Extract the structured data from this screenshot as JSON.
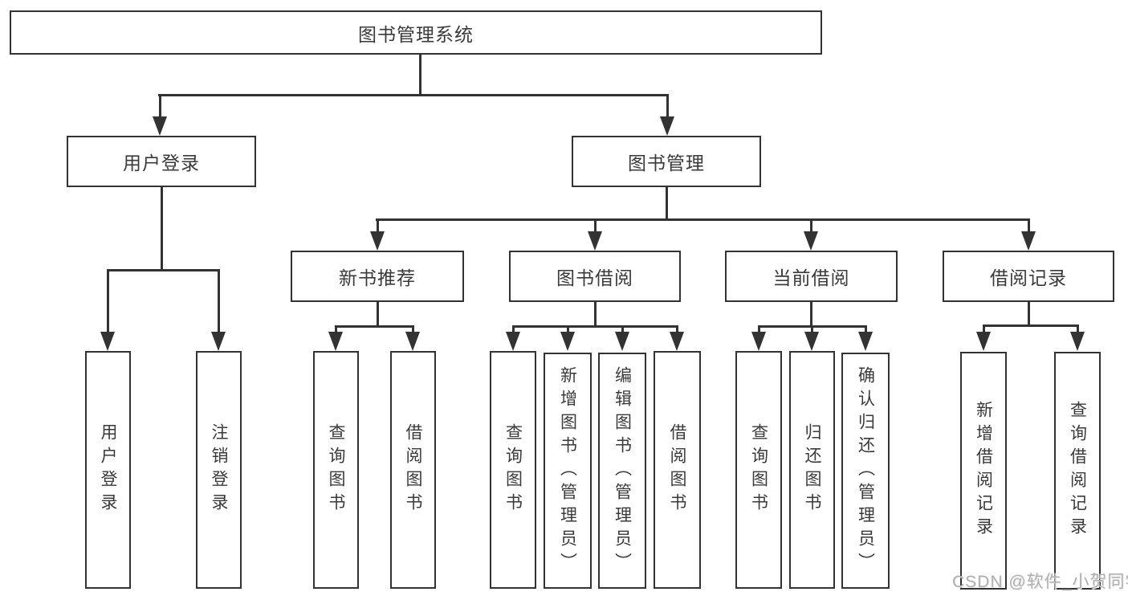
{
  "diagram": {
    "title": "图书管理系统",
    "root": "图书管理系统",
    "level2": [
      "用户登录",
      "图书管理"
    ],
    "level3": [
      "新书推荐",
      "图书借阅",
      "当前借阅",
      "借阅记录"
    ],
    "leaves": {
      "user_login": [
        "用户登录",
        "注销登录"
      ],
      "new_book": [
        "查询图书",
        "借阅图书"
      ],
      "book_borrow": [
        "查询图书",
        "新增图书（管理员）",
        "编辑图书（管理员）",
        "借阅图书"
      ],
      "current_borrow": [
        "查询图书",
        "归还图书",
        "确认归还（管理员）"
      ],
      "borrow_records": [
        "新增借阅记录",
        "查询借阅记录"
      ]
    }
  },
  "watermark": "CSDN @软件_小贺同学",
  "colors": {
    "line": "#333333",
    "text": "#3a3a3a",
    "background": "#ffffff",
    "watermark": "#b0b0b0"
  }
}
